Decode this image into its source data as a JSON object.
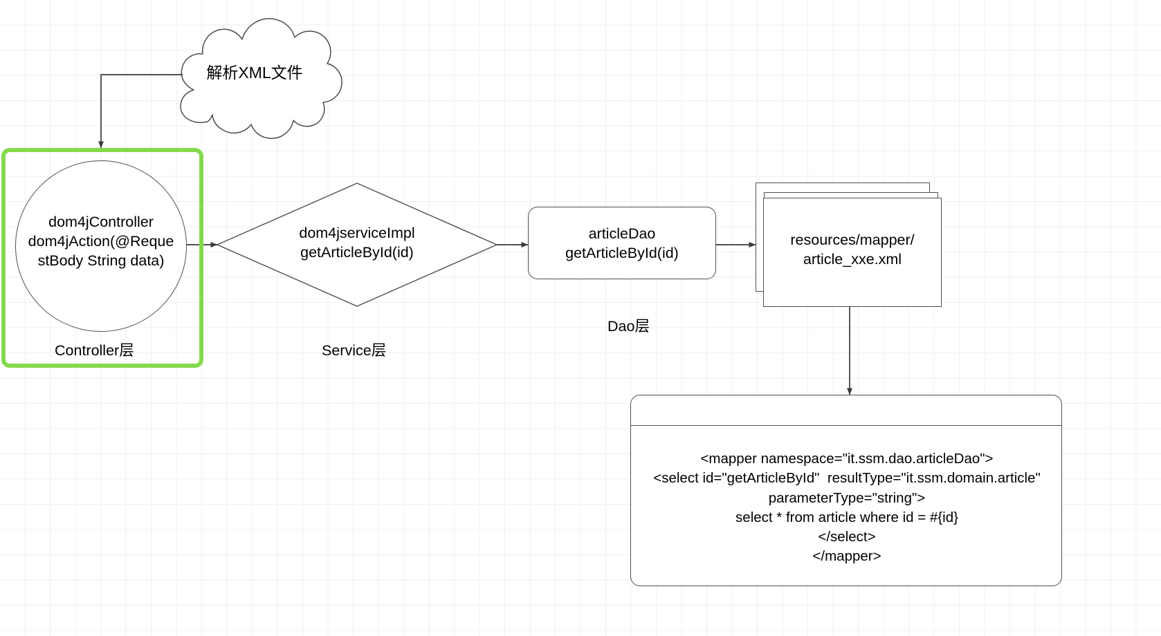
{
  "diagram": {
    "title": "SSM dom4j XML parsing flow",
    "background": {
      "grid": true,
      "minor_color": "#efefef",
      "major_color": "#dcdcdc"
    },
    "highlight_color": "#85d94d",
    "stroke_color": "#4d4d4d"
  },
  "nodes": {
    "cloud": {
      "shape": "cloud",
      "label": "解析XML文件"
    },
    "controller_group": {
      "shape": "rounded-rectangle",
      "caption": "Controller层",
      "color": "#85d94d"
    },
    "controller_circle": {
      "shape": "ellipse",
      "line1": "dom4jController",
      "line2": "dom4jAction(@Reque",
      "line3": "stBody String data)"
    },
    "service_diamond": {
      "shape": "rhombus",
      "line1": "dom4jserviceImpl",
      "line2": "getArticleById(id)",
      "caption": "Service层"
    },
    "dao_box": {
      "shape": "rounded-rectangle",
      "line1": "articleDao",
      "line2": "getArticleById(id)",
      "caption": "Dao层"
    },
    "mapper_stack": {
      "shape": "stacked-documents",
      "line1": "resources/mapper/",
      "line2": "article_xxe.xml"
    },
    "xml_note": {
      "shape": "note",
      "lines": [
        "<mapper namespace=\"it.ssm.dao.articleDao\">",
        "<select id=\"getArticleById\"  resultType=\"it.ssm.domain.article\"",
        "parameterType=\"string\">",
        "select * from article where id = #{id}",
        "</select>",
        "</mapper>"
      ]
    }
  },
  "edges": [
    {
      "name": "cloud-to-controller",
      "from": "cloud",
      "to": "controller_circle",
      "arrow": true
    },
    {
      "name": "controller-to-service",
      "from": "controller_circle",
      "to": "service_diamond",
      "arrow": true
    },
    {
      "name": "service-to-dao",
      "from": "service_diamond",
      "to": "dao_box",
      "arrow": true
    },
    {
      "name": "dao-to-mapper",
      "from": "dao_box",
      "to": "mapper_stack",
      "arrow": true
    },
    {
      "name": "mapper-to-xml-note",
      "from": "mapper_stack",
      "to": "xml_note",
      "arrow": true
    }
  ]
}
